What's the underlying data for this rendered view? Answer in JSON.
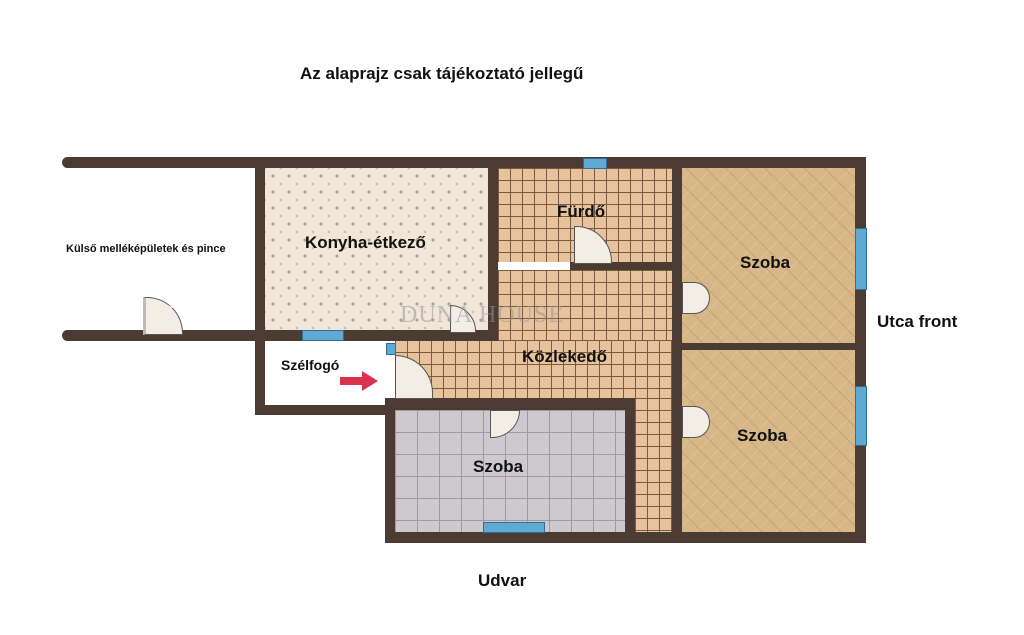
{
  "title": "Az alaprajz csak tájékoztató jellegű",
  "labels": {
    "outbuildings": "Külső melléképületek és pince",
    "kitchen": "Konyha-étkező",
    "bathroom": "Fürdő",
    "room_top_right": "Szoba",
    "room_bottom_right": "Szoba",
    "room_small": "Szoba",
    "vestibule": "Szélfogó",
    "corridor": "Közlekedő",
    "street_front": "Utca front",
    "yard": "Udvar"
  },
  "watermark": "DUNA HOUSE",
  "colors": {
    "wall": "#4b3b33",
    "window": "#5fa9d3",
    "entry_arrow": "#d8324f"
  }
}
